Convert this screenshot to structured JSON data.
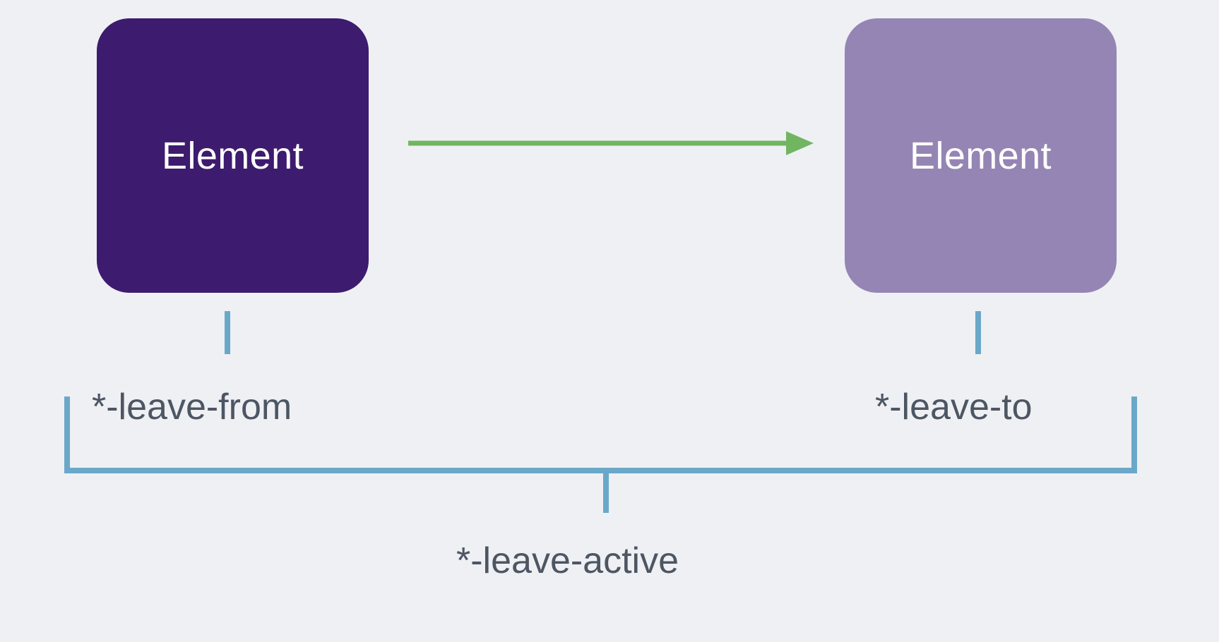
{
  "diagram": {
    "title": "Vue transition leave class lifecycle",
    "background_color": "#eff0f4",
    "nodes": [
      {
        "id": "from",
        "label": "Element",
        "fill": "#3d1b6e",
        "text_color": "#ffffff",
        "state": "leave-from"
      },
      {
        "id": "to",
        "label": "Element",
        "fill": "#9585b4",
        "text_color": "#ffffff",
        "state": "leave-to"
      }
    ],
    "arrow": {
      "name": "transition-arrow",
      "color": "#72b560",
      "direction": "left-to-right"
    },
    "brackets": {
      "color": "#6aa8c9",
      "tick_color": "#6aa8c9"
    },
    "labels": {
      "leave_from": "*-leave-from",
      "leave_to": "*-leave-to",
      "leave_active": "*-leave-active",
      "text_color": "#4d5663"
    }
  }
}
